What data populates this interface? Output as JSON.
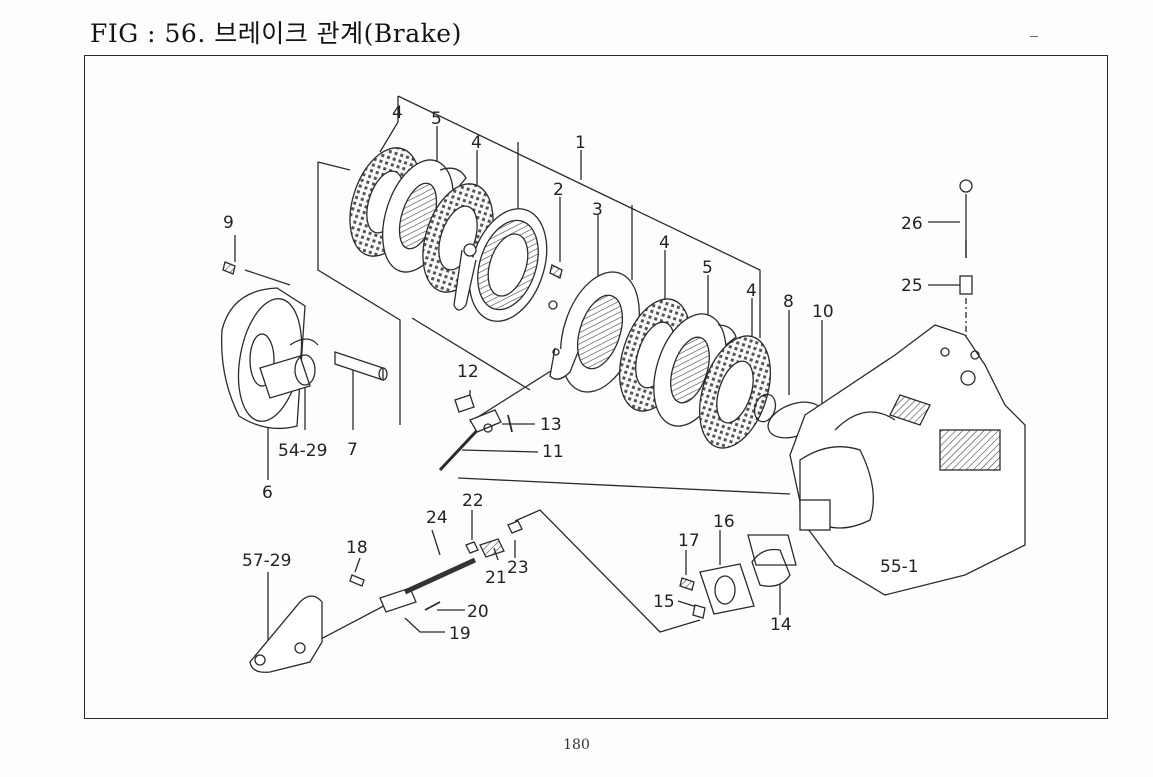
{
  "header": {
    "title": "FIG : 56. 브레이크 관계(Brake)"
  },
  "diagram": {
    "callouts": [
      "1",
      "2",
      "3",
      "4",
      "5",
      "4",
      "4",
      "5",
      "4",
      "6",
      "7",
      "8",
      "9",
      "10",
      "11",
      "12",
      "13",
      "14",
      "15",
      "16",
      "17",
      "18",
      "19",
      "20",
      "21",
      "22",
      "23",
      "24",
      "25",
      "26",
      "54-29",
      "55-1",
      "57-29"
    ]
  },
  "footer": {
    "page_number": "180"
  }
}
